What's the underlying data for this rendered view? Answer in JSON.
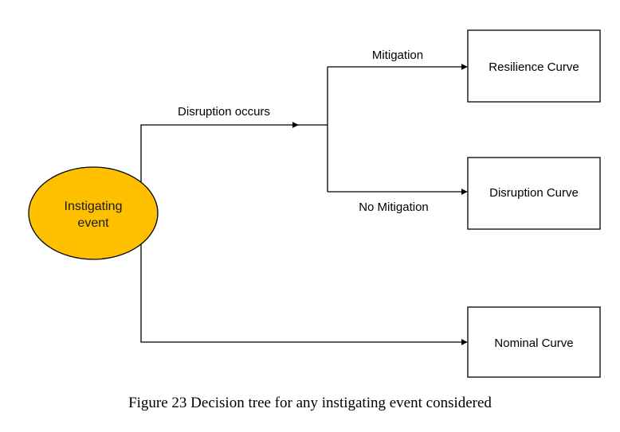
{
  "colors": {
    "event_fill": "#FFC000",
    "line": "#000000"
  },
  "diagram": {
    "root": {
      "line1": "Instigating",
      "line2": "event"
    },
    "edges": {
      "disruption": "Disruption occurs",
      "mitigation": "Mitigation",
      "no_mitigation": "No Mitigation"
    },
    "outcomes": {
      "resilience": "Resilience Curve",
      "disruption": "Disruption Curve",
      "nominal": "Nominal Curve"
    }
  },
  "caption": "Figure 23 Decision tree for any instigating event considered"
}
